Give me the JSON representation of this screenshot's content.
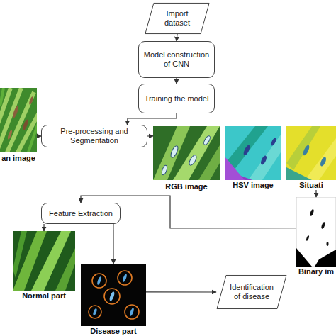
{
  "diagram": {
    "nodes": [
      {
        "text": [
          "Import dataset"
        ]
      },
      {
        "text": [
          "Model construction of CNN"
        ]
      },
      {
        "text": [
          "Training the model"
        ]
      },
      {
        "text": [
          "an image"
        ]
      },
      {
        "text": [
          "Pre-processing and Segmentation"
        ]
      },
      {
        "text": [
          "RGB image"
        ]
      },
      {
        "text": [
          "HSV image"
        ]
      },
      {
        "text": [
          "Situati"
        ]
      },
      {
        "text": [
          "Feature Extraction"
        ]
      },
      {
        "text": [
          "Binary im"
        ]
      },
      {
        "text": [
          "Normal part"
        ]
      },
      {
        "text": [
          "Disease part"
        ]
      },
      {
        "text": [
          "Identification of disease"
        ]
      }
    ],
    "edges": [
      {
        "from": 0,
        "to": 1,
        "arrow": "to"
      },
      {
        "from": 1,
        "to": 2,
        "arrow": "to"
      },
      {
        "from": 2,
        "to": 4,
        "arrow": "to"
      },
      {
        "from": 3,
        "to": 4,
        "arrow": "to"
      },
      {
        "from": 4,
        "to": 5,
        "arrow": "to"
      },
      {
        "from": 7,
        "to": 9,
        "arrow": "to"
      },
      {
        "from": 9,
        "to": 8,
        "arrow": "to"
      },
      {
        "from": 8,
        "to": 10,
        "arrow": "to"
      },
      {
        "from": 8,
        "to": 11,
        "arrow": "to"
      },
      {
        "from": 11,
        "to": 12,
        "arrow": "to"
      }
    ]
  }
}
